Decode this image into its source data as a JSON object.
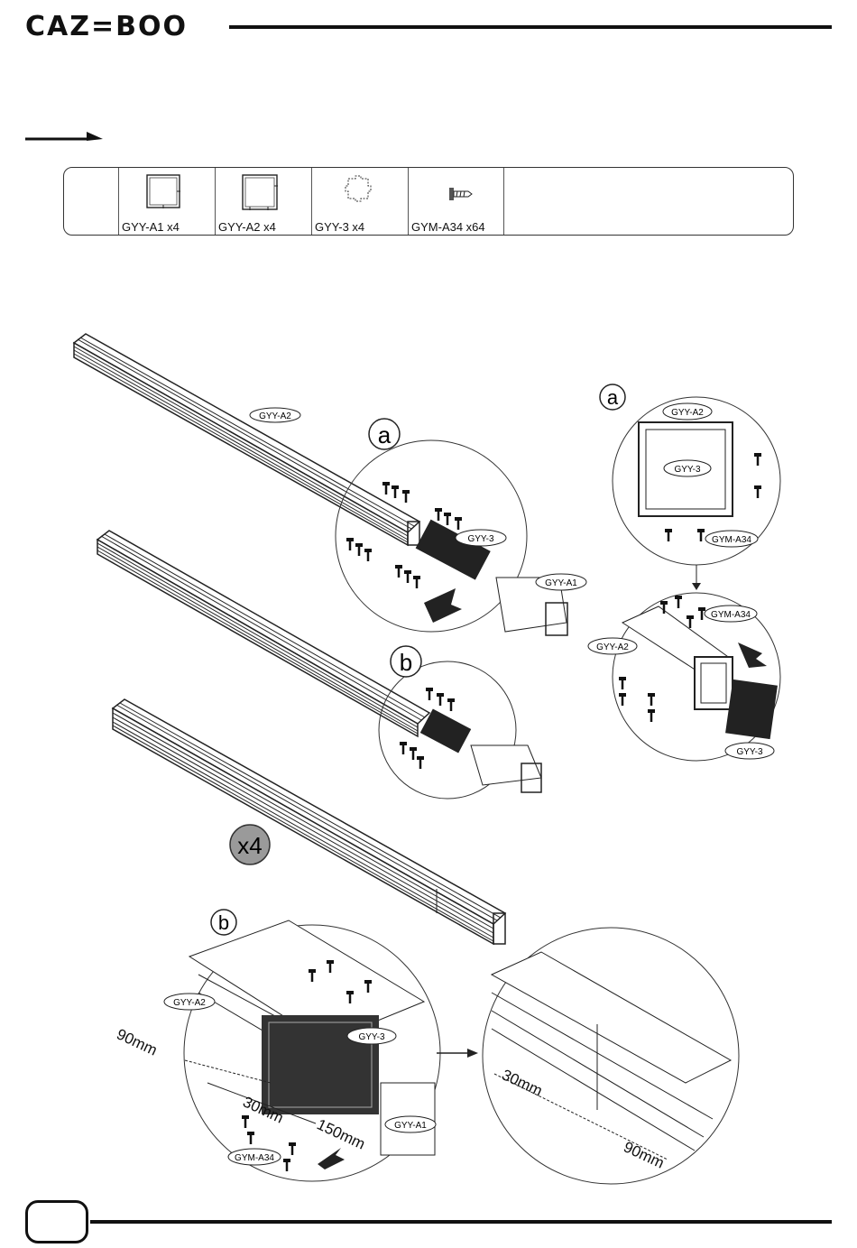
{
  "header": {
    "brand": "CAZ=BOO"
  },
  "parts": [
    {
      "label": "GYY-A1   x4",
      "icon": "square-profile-icon"
    },
    {
      "label": "GYY-A2   x4",
      "icon": "square-profile-icon"
    },
    {
      "label": "GYY-3   x4",
      "icon": "connector-profile-icon"
    },
    {
      "label": "GYM-A34  x64",
      "icon": "screw-icon"
    }
  ],
  "callouts": {
    "a_upper": "a",
    "b_middle": "b",
    "a_right": "a",
    "b_lower": "b",
    "multiplier": "x4"
  },
  "labels": {
    "gyy_a2_main": "GYY-A2",
    "gyy_3_main": "GYY-3",
    "gyy_a1_main": "GYY-A1",
    "detail_a_gyy_a2": "GYY-A2",
    "detail_a_gyy_3": "GYY-3",
    "detail_a_gym": "GYM-A34",
    "detail_a2_gym": "GYM-A34",
    "detail_a2_gyy_a2": "GYY-A2",
    "detail_a2_gyy_3": "GYY-3",
    "detail_b_gyy_a2": "GYY-A2",
    "detail_b_gyy_3": "GYY-3",
    "detail_b_gyy_a1": "GYY-A1",
    "detail_b_gym": "GYM-A34"
  },
  "dimensions": {
    "d1": "90mm",
    "d2": "30mm",
    "d3": "150mm",
    "d4": "30mm",
    "d5": "90mm"
  },
  "colors": {
    "ink": "#111111",
    "badge_fill": "#9a9a9a"
  }
}
